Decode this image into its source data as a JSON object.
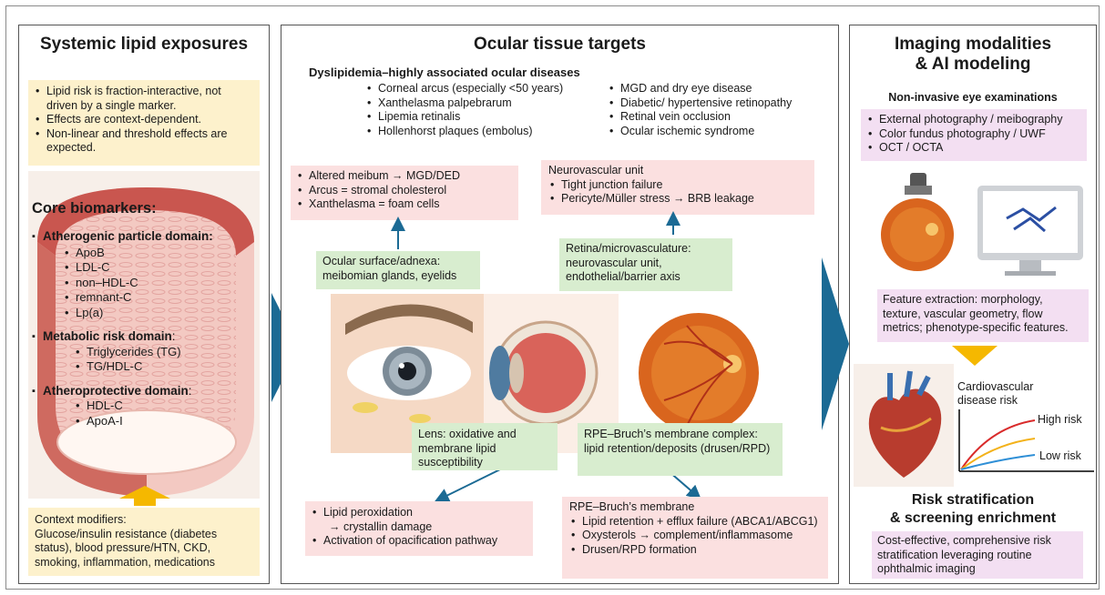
{
  "panel1": {
    "title": "Systemic lipid exposures",
    "notes": [
      "Lipid risk is fraction-interactive, not driven by a single marker.",
      "Effects are context-dependent.",
      "Non-linear and threshold effects are expected."
    ],
    "core_title": "Core biomarkers:",
    "atherogenic": {
      "label": "Atherogenic particle domain:",
      "items": [
        "ApoB",
        "LDL-C",
        "non–HDL-C",
        "remnant-C",
        "Lp(a)"
      ]
    },
    "metabolic": {
      "label": "Metabolic risk domain",
      "suffix": ":",
      "items": [
        "Triglycerides (TG)",
        "TG/HDL-C"
      ]
    },
    "protective": {
      "label": "Atheroprotective domain",
      "suffix": ":",
      "items": [
        "HDL-C",
        "ApoA-I"
      ]
    },
    "context": {
      "title": "Context modifiers:",
      "text": "Glucose/insulin resistance (diabetes status), blood pressure/HTN, CKD, smoking, inflammation, medications"
    }
  },
  "panel2": {
    "title": "Ocular tissue targets",
    "dys_title": "Dyslipidemia–highly associated ocular diseases",
    "dis_left": [
      "Corneal arcus (especially <50 years)",
      "Xanthelasma palpebrarum",
      "Lipemia retinalis",
      "Hollenhorst plaques (embolus)"
    ],
    "dis_right": [
      "MGD and dry eye disease",
      "Diabetic/ hypertensive retinopathy",
      "Retinal vein occlusion",
      "Ocular ischemic syndrome"
    ],
    "surface_pink": [
      "Altered meibum → MGD/DED",
      "Arcus = stromal cholesterol",
      "Xanthelasma = foam cells"
    ],
    "neuro_pink": {
      "title": "Neurovascular unit",
      "items": [
        "Tight junction failure",
        "Pericyte/Müller stress → BRB leakage"
      ]
    },
    "surface_green": "Ocular surface/adnexa: meibomian glands, eyelids",
    "retina_green": "Retina/microvasculature: neurovascular unit, endothelial/barrier axis",
    "lens_green": "Lens: oxidative and membrane lipid susceptibility",
    "rpe_green": "RPE–Bruch’s membrane complex: lipid retention/deposits (drusen/RPD)",
    "lens_pink": {
      "line1": "Lipid peroxidation",
      "line2": "→ crystallin damage",
      "item2": "Activation of opacification pathway"
    },
    "rpe_pink": {
      "title": "RPE–Bruch’s membrane",
      "items": [
        "Lipid retention + efflux failure (ABCA1/ABCG1)",
        "Oxysterols → complement/inflammasome",
        "Drusen/RPD formation"
      ]
    }
  },
  "panel3": {
    "title_line1": "Imaging modalities",
    "title_line2": "& AI modeling",
    "subtitle": "Non-invasive eye examinations",
    "exams": [
      "External photography / meibography",
      "Color fundus photography / UWF",
      "OCT / OCTA"
    ],
    "features": "Feature extraction: morphology, texture, vascular geometry, flow metrics; phenotype-specific features.",
    "chart_label_line1": "Cardiovascular",
    "chart_label_line2": "disease risk",
    "high_risk": "High risk",
    "low_risk": "Low risk",
    "risk_title_line1": "Risk stratification",
    "risk_title_line2": "& screening enrichment",
    "risk_text": "Cost-effective, comprehensive risk stratification leveraging routine ophthalmic imaging"
  },
  "colors": {
    "arrow": "#1b6a94",
    "yellow_arrow": "#f5b800",
    "high": "#d92b2b",
    "mid": "#f3b21b",
    "low": "#2f8fd6"
  }
}
